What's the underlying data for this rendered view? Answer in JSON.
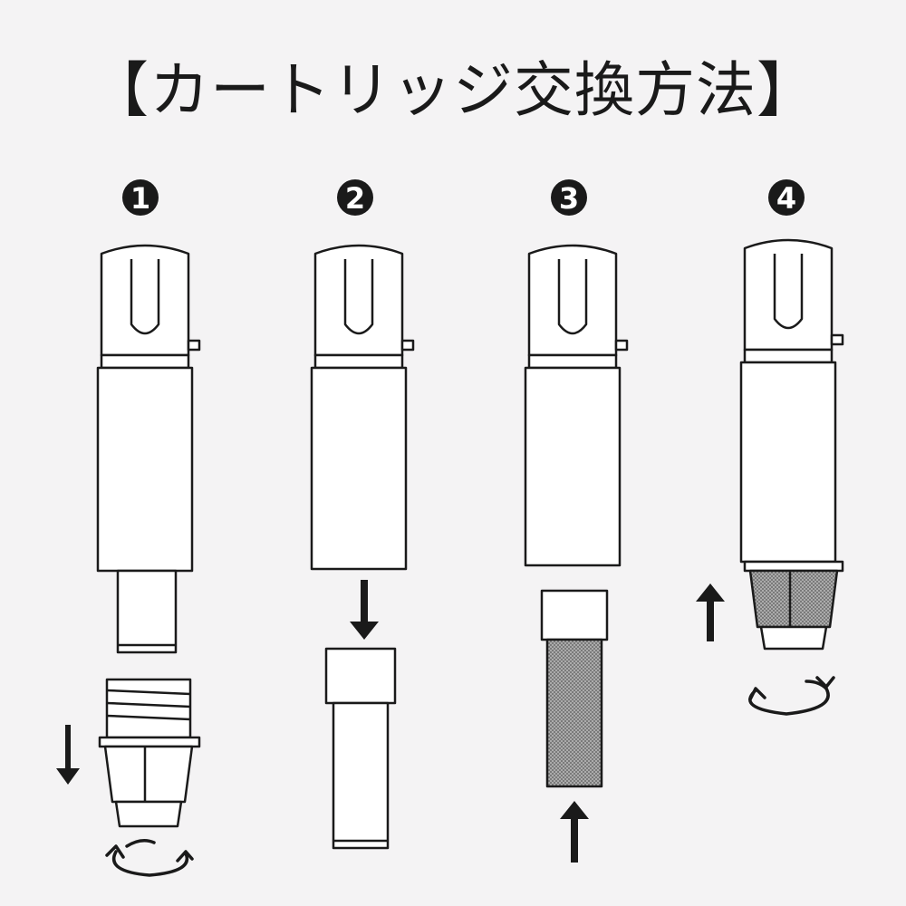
{
  "title": "【カートリッジ交換方法】",
  "steps": [
    {
      "number": "1"
    },
    {
      "number": "2"
    },
    {
      "number": "3"
    },
    {
      "number": "4"
    }
  ],
  "colors": {
    "background": "#f4f3f4",
    "stroke": "#1a1a1a",
    "fill": "#ffffff",
    "filter_mesh": "#8f8f8f"
  }
}
